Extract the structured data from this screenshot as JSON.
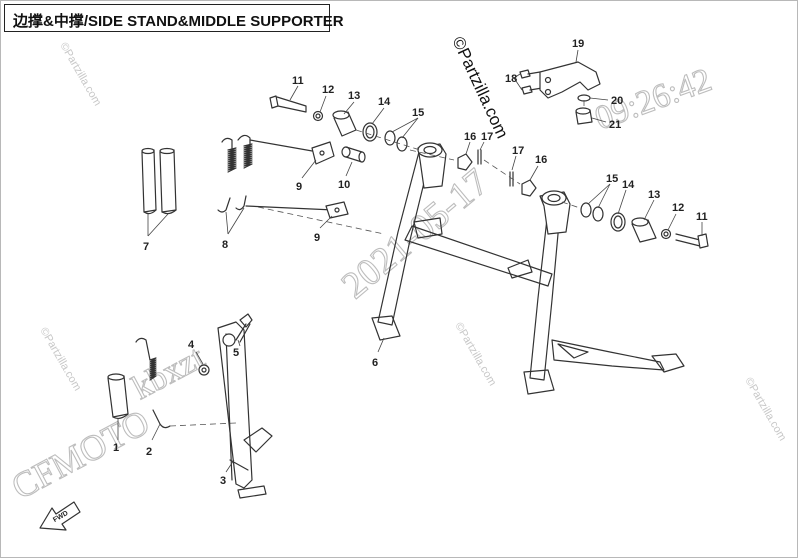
{
  "title": "边撑&中撑/SIDE STAND&MIDDLE SUPPORTER",
  "watermarks": {
    "partzilla_main": "©Partzilla.com",
    "partzilla_faint": "©Partzilla.com",
    "time": "09:26:42",
    "date": "2021-05-17",
    "brand": "CFMOTO",
    "user": "kbxzt"
  },
  "fwd_label": "FWD",
  "callouts": [
    "1",
    "2",
    "3",
    "4",
    "5",
    "6",
    "7",
    "8",
    "9",
    "9",
    "10",
    "11",
    "11",
    "12",
    "12",
    "13",
    "13",
    "14",
    "14",
    "15",
    "15",
    "16",
    "16",
    "17",
    "17",
    "18",
    "19",
    "20",
    "21"
  ],
  "colors": {
    "line": "#333333",
    "watermark": "#bdbdbd"
  },
  "icons": [
    "fwd-arrow-icon"
  ]
}
